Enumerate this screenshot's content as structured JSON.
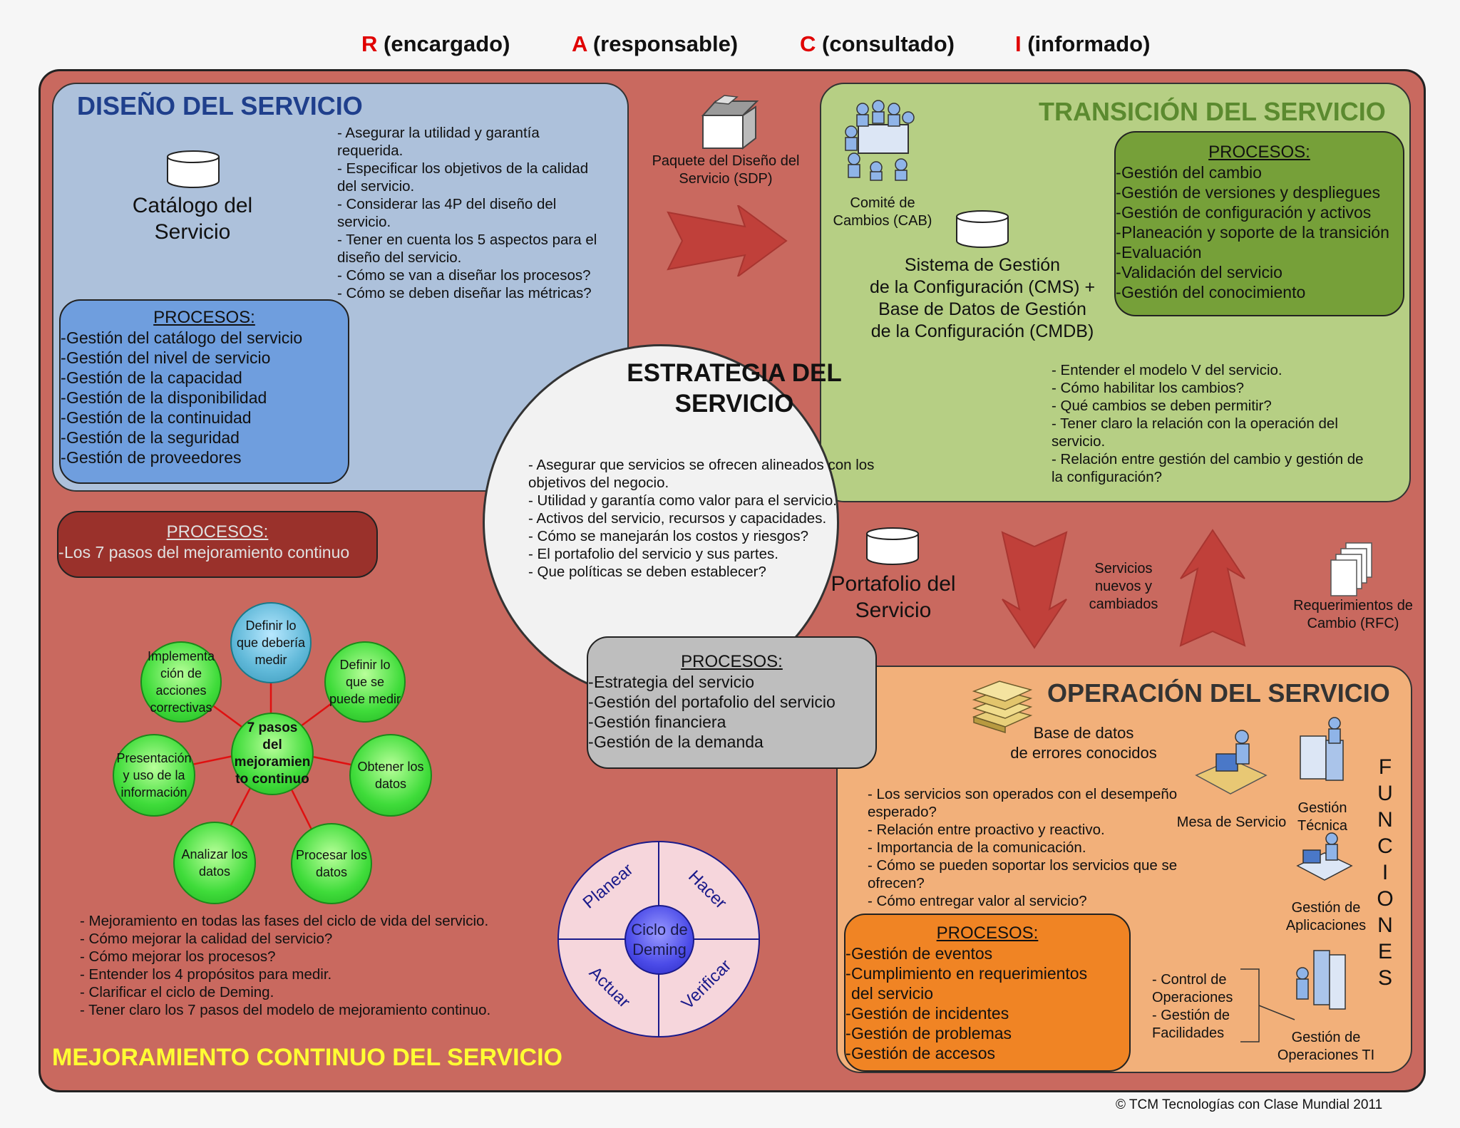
{
  "legend": [
    {
      "letter": "R",
      "text": " (encargado)"
    },
    {
      "letter": "A",
      "text": " (responsable)"
    },
    {
      "letter": "C",
      "text": " (consultado)"
    },
    {
      "letter": "I",
      "text": " (informado)"
    }
  ],
  "design": {
    "title": "DISEÑO DEL SERVICIO",
    "catalog_label": "Catálogo del\nServicio",
    "notes": "- Asegurar la utilidad y garantía\nrequerida.\n- Especificar los objetivos de la calidad\ndel servicio.\n- Considerar las 4P del diseño del\nservicio.\n- Tener en cuenta los 5 aspectos para el\ndiseño del servicio.\n- Cómo se van a diseñar los procesos?\n- Cómo se deben diseñar las métricas?",
    "proc_header": "PROCESOS:",
    "processes": [
      "Gestión del catálogo del servicio",
      "Gestión del nivel de servicio",
      "Gestión de la capacidad",
      "Gestión de la disponibilidad",
      "Gestión de la continuidad",
      "Gestión de la seguridad",
      "Gestión de proveedores"
    ]
  },
  "sdp": {
    "label": "Paquete del\nDiseño del Servicio (SDP)"
  },
  "transition": {
    "title": "TRANSICIÓN DEL SERVICIO",
    "cab_label": "Comité de\nCambios (CAB)",
    "cms_label": "Sistema de Gestión\nde la Configuración (CMS) +\nBase de Datos de Gestión\nde la Configuración (CMDB)",
    "proc_header": "PROCESOS:",
    "processes": [
      "Gestión del cambio",
      "Gestión de versiones y despliegues",
      "Gestión de configuración y activos",
      "Planeación y soporte de la transición",
      "Evaluación",
      "Validación del servicio",
      "Gestión del conocimiento"
    ],
    "notes": "- Entender el modelo V del servicio.\n- Cómo habilitar los cambios?\n- Qué cambios se deben permitir?\n- Tener claro la relación con la operación del\nservicio.\n- Relación entre gestión del cambio y gestión de\nla configuración?"
  },
  "strategy": {
    "title": "ESTRATEGIA DEL\nSERVICIO",
    "notes": "- Asegurar que servicios se ofrecen alineados con los\nobjetivos del negocio.\n- Utilidad y garantía como valor para el servicio.\n- Activos del servicio, recursos y capacidades.\n- Cómo se manejarán los costos y riesgos?\n- El portafolio del servicio y sus partes.\n-  Que políticas se deben establecer?",
    "portfolio_label": "Portafolio del\nServicio",
    "proc_header": "PROCESOS:",
    "processes": [
      "Estrategia del servicio",
      "Gestión del portafolio del servicio",
      "Gestión financiera",
      "Gestión de la demanda"
    ]
  },
  "flows": {
    "services_label": "Servicios\nnuevos y\ncambiados",
    "rfc_label": "Requerimientos de\nCambio (RFC)"
  },
  "improvement": {
    "proc_header": "PROCESOS:",
    "processes": [
      "Los 7 pasos del mejoramiento continuo"
    ],
    "center_step": "7 pasos\ndel\nmejoramien\nto continuo",
    "steps": [
      "Definir lo\nque debería\nmedir",
      "Definir lo\nque se\npuede medir",
      "Obtener los\ndatos",
      "Procesar los\ndatos",
      "Analizar los\ndatos",
      "Presentación\ny uso de la\ninformación",
      "Implementa\nción de\nacciones\ncorrectivas"
    ],
    "notes": "- Mejoramiento en todas las fases del ciclo de vida del servicio.\n- Cómo mejorar la calidad del servicio?\n- Cómo mejorar los procesos?\n- Entender los 4 propósitos para medir.\n- Clarificar el ciclo de Deming.\n- Tener claro los 7 pasos del modelo de mejoramiento continuo.",
    "title": "MEJORAMIENTO CONTINUO DEL SERVICIO"
  },
  "deming": {
    "center": "Ciclo de\nDeming",
    "planear": "Planear",
    "hacer": "Hacer",
    "verificar": "Verificar",
    "actuar": "Actuar"
  },
  "operation": {
    "title": "OPERACIÓN DEL SERVICIO",
    "kedb_label": "Base de datos\nde errores conocidos",
    "notes": "- Los servicios son operados con el desempeño\nesperado?\n- Relación entre proactivo y reactivo.\n- Importancia de la comunicación.\n- Cómo se pueden soportar los servicios que se\nofrecen?\n- Cómo entregar valor al servicio?",
    "proc_header": "PROCESOS:",
    "processes": [
      "Gestión de eventos",
      "Cumplimiento en requerimientos\ndel servicio",
      "Gestión de incidentes",
      "Gestión de problemas",
      "Gestión de accesos"
    ],
    "service_desk": "Mesa de Servicio",
    "tech_mgmt": "Gestión\nTécnica",
    "app_mgmt": "Gestión de\nAplicaciones",
    "ops_mgmt": "Gestión de\nOperaciones TI",
    "ops_sub": "- Control de\nOperaciones\n- Gestión de\nFacilidades",
    "functions": "F\nU\nN\nC\nI\nO\nN\nE\nS"
  },
  "copyright": "© TCM Tecnologías con Clase Mundial 2011",
  "colors": {
    "frame": "#c9695f",
    "design": "#adc1db",
    "transition": "#b6cf84",
    "operation": "#f2b07a",
    "improvement_title": "#ffff33",
    "legend_letters": "#e00000"
  }
}
